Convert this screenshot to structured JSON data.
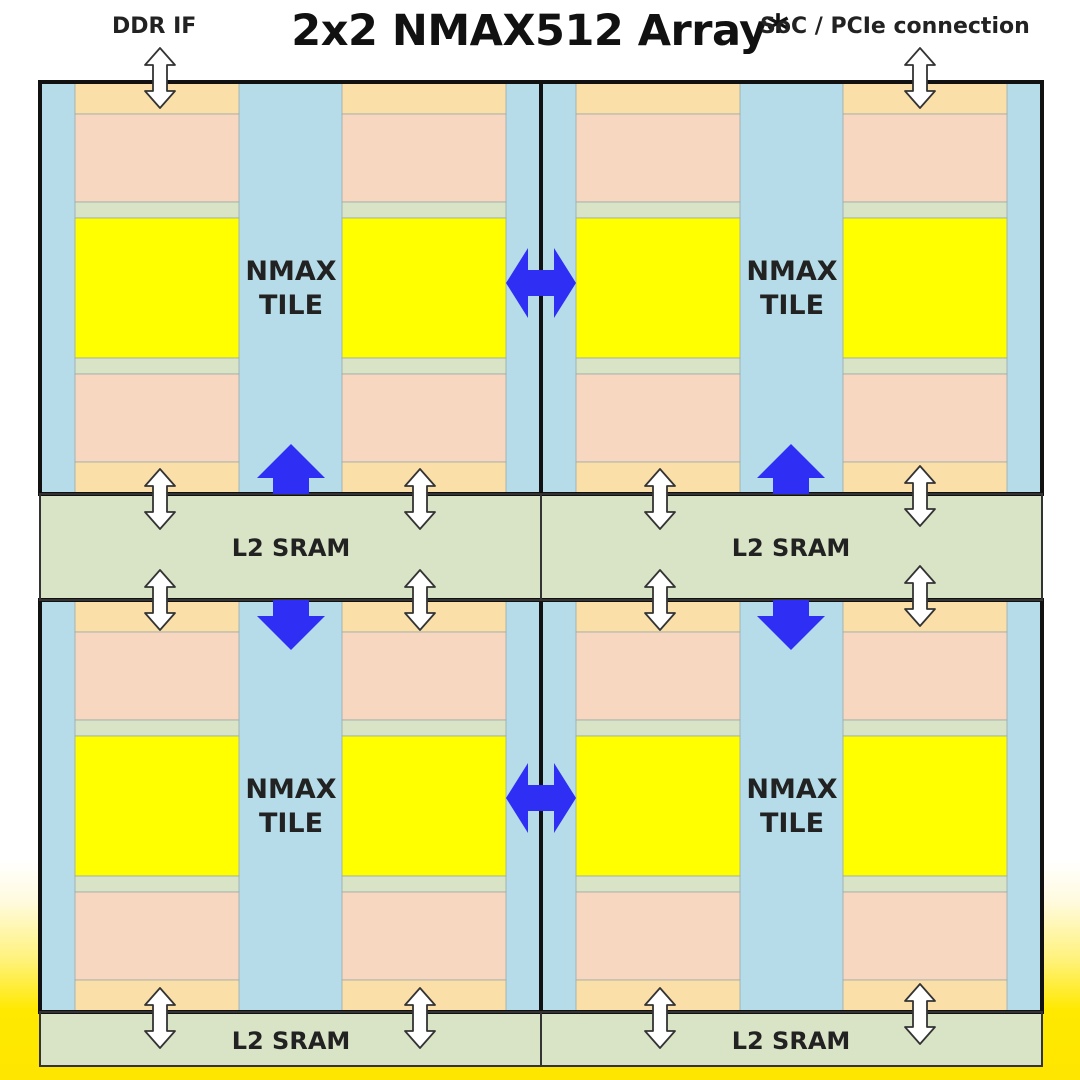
{
  "title": "2x2 NMAX512 Array*",
  "labels": {
    "ddr_if": "DDR IF",
    "soc_pcie": "SoC / PCIe connection"
  },
  "tiles": [
    {
      "line1": "NMAX",
      "line2": "TILE"
    },
    {
      "line1": "NMAX",
      "line2": "TILE"
    },
    {
      "line1": "NMAX",
      "line2": "TILE"
    },
    {
      "line1": "NMAX",
      "line2": "TILE"
    }
  ],
  "l2_sram": [
    "L2 SRAM",
    "L2 SRAM",
    "L2 SRAM",
    "L2 SRAM"
  ],
  "colors": {
    "light_blue": "#b5dce8",
    "peach": "#f8d7c0",
    "light_orange": "#fbdfa8",
    "yellow": "#ffff00",
    "pale_green": "#d9e3c6",
    "arrow_blue": "#2e2ef5",
    "border": "#111111"
  }
}
